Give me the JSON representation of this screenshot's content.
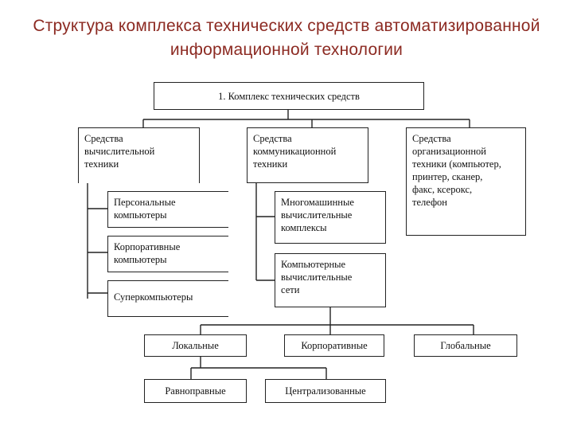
{
  "title": {
    "line1": "Структура комплекса технических средств автоматизированной",
    "line2": "информационной технологии"
  },
  "diagram": {
    "root": "1. Комплекс технических средств",
    "computing": {
      "label": "Средства\nвычислительной\nтехники",
      "children": [
        "Персональные\nкомпьютеры",
        "Корпоративные\nкомпьютеры",
        "Суперкомпьютеры"
      ]
    },
    "communication": {
      "label": "Средства\nкоммуникационной\nтехники",
      "children": [
        "Многомашинные\nвычислительные\nкомплексы",
        "Компьютерные\nвычислительные\nсети"
      ]
    },
    "office": {
      "label": "Средства\nорганизационной\nтехники (компьютер,\nпринтер, сканер,\nфакс, ксерокс,\nтелефон"
    },
    "networks": {
      "scope": [
        "Локальные",
        "Корпоративные",
        "Глобальные"
      ],
      "type": [
        "Равноправные",
        "Централизованные"
      ]
    }
  }
}
